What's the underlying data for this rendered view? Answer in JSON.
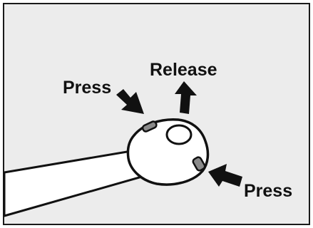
{
  "labels": {
    "press_top": "Press",
    "release": "Release",
    "press_bottom": "Press"
  },
  "colors": {
    "background": "#ececec",
    "outline": "#111111",
    "device_fill": "#ffffff",
    "button_fill": "#8a8a8a"
  },
  "icons": {
    "wand": "wand-handle",
    "device": "remote-device",
    "press_arrow": "press-arrow-icon",
    "release_arrow": "release-arrow-icon"
  }
}
